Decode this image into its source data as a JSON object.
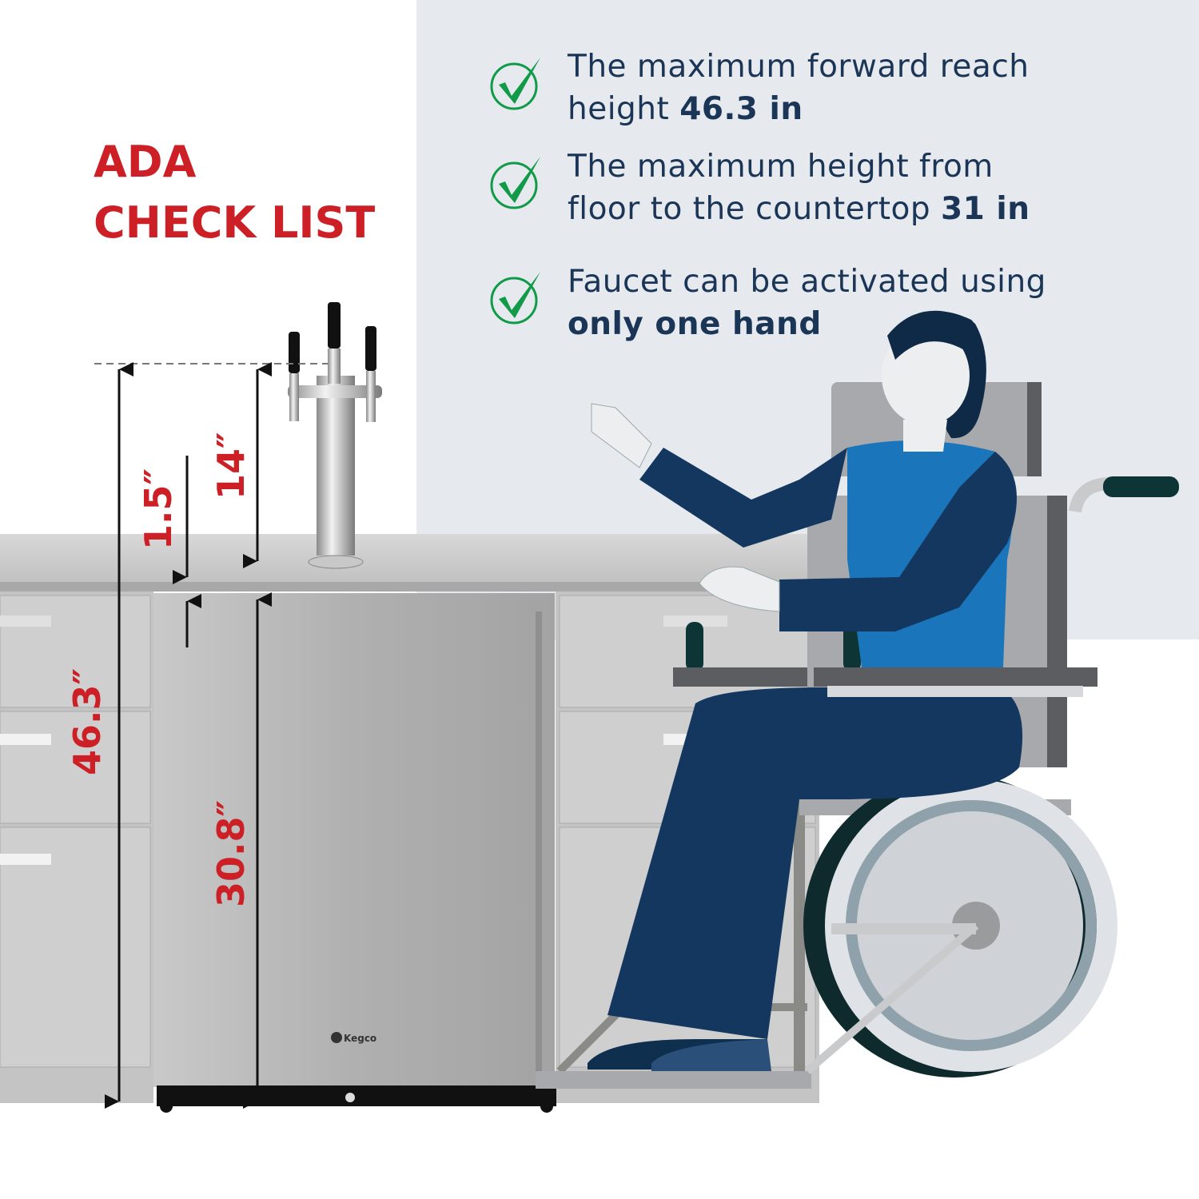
{
  "title": {
    "line1": "ADA",
    "line2": "CHECK LIST"
  },
  "checklist": [
    {
      "text": "The maximum forward reach",
      "text2": "height ",
      "bold": "46.3 in",
      "icon": "check-circle-icon"
    },
    {
      "text": "The maximum height from",
      "text2": "floor to the countertop ",
      "bold": "31 in",
      "icon": "check-circle-icon"
    },
    {
      "text": "Faucet can be activated using",
      "text2": "",
      "bold": "only one hand",
      "icon": "check-circle-icon"
    }
  ],
  "dimensions": {
    "total": "46.3″",
    "tower": "14″",
    "counter": "1.5″",
    "fridge": "30.8″"
  },
  "brand_logo": "Kegco",
  "colors": {
    "accent_red": "#cc1f26",
    "check_green": "#119a48",
    "text_navy": "#1b3556",
    "panel": "#e6e9ee"
  }
}
